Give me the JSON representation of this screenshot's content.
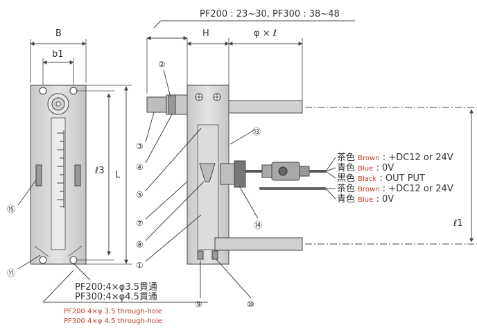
{
  "dimensions": {
    "top_range": "PF200 : 23~30, PF300 : 38~48",
    "B": "B",
    "b1": "b1",
    "H": "H",
    "phi_l": "φ × ℓ",
    "l3": "ℓ3",
    "L": "L",
    "l1": "ℓ1"
  },
  "callouts": [
    "②",
    "③",
    "④",
    "⑤",
    "⑦",
    "⑧",
    "①",
    "⑬",
    "⑭",
    "⑮",
    "⑪",
    "⑨",
    "⑩"
  ],
  "wiring": {
    "set1": [
      {
        "jp": "茶色",
        "en": "Brown",
        "val": ": +DC12 or 24V"
      },
      {
        "jp": "青色",
        "en": "Blue",
        "val": ": 0V"
      },
      {
        "jp": "黒色",
        "en": "Black",
        "val": ": OUT PUT"
      }
    ],
    "set2": [
      {
        "jp": "茶色",
        "en": "Brown",
        "val": ": +DC12 or 24V"
      },
      {
        "jp": "青色",
        "en": "Blue",
        "val": ": 0V"
      }
    ]
  },
  "holes": {
    "pf200_jp": "PF200:4×φ3.5貫通",
    "pf300_jp": "PF300:4×φ4.5貫通",
    "pf200_en": "PF200 4×φ 3.5 through-hole",
    "pf300_en": "PF300 4×φ 4.5 through-hole"
  },
  "colors": {
    "body": "#d9d9d9",
    "line": "#444444",
    "note_red": "#c0392b"
  }
}
